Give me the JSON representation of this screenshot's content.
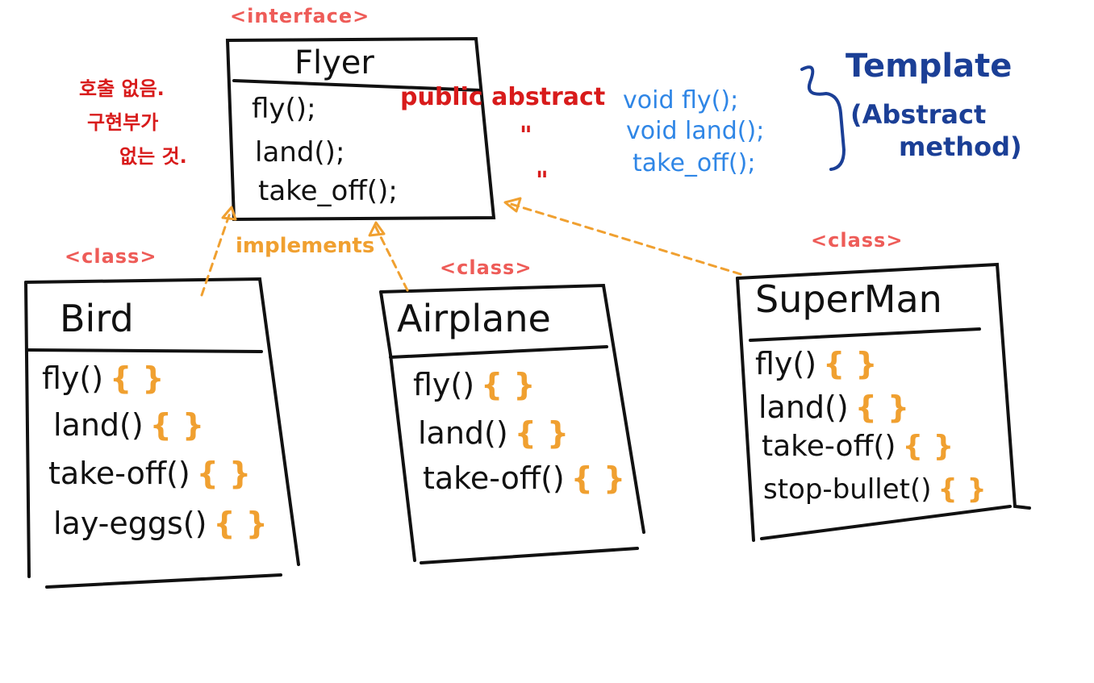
{
  "interface": {
    "stereotype": "<interface>",
    "name": "Flyer",
    "methods": [
      "fly();",
      "land();",
      "take_off();"
    ]
  },
  "classes": [
    {
      "stereotype": "<class>",
      "name": "Bird",
      "methods": [
        {
          "name": "fly()",
          "brace": "{ }"
        },
        {
          "name": "land()",
          "brace": "{ }"
        },
        {
          "name": "take-off()",
          "brace": "{ }"
        },
        {
          "name": "lay-eggs()",
          "brace": "{ }"
        }
      ]
    },
    {
      "stereotype": "<class>",
      "name": "Airplane",
      "methods": [
        {
          "name": "fly()",
          "brace": "{ }"
        },
        {
          "name": "land()",
          "brace": "{ }"
        },
        {
          "name": "take-off()",
          "brace": "{ }"
        }
      ]
    },
    {
      "stereotype": "<class>",
      "name": "SuperMan",
      "methods": [
        {
          "name": "fly()",
          "brace": "{ }"
        },
        {
          "name": "land()",
          "brace": "{ }"
        },
        {
          "name": "take-off()",
          "brace": "{ }"
        },
        {
          "name": "stop-bullet()",
          "brace": "{ }"
        }
      ]
    }
  ],
  "relation_label": "implements",
  "notes": {
    "korean": [
      "호출 없음.",
      "구현부가",
      "없는 것."
    ],
    "modifier": "public abstract",
    "ditto": [
      "\"",
      "\""
    ],
    "signatures": [
      "void fly();",
      "void land();",
      "take_off();"
    ],
    "template_title": "Template",
    "template_sub": [
      "(Abstract",
      "method)"
    ]
  },
  "colors": {
    "ink": "#111111",
    "stereotype": "#ee5c58",
    "implements_arrow": "#f0a030",
    "brace": "#f0a030",
    "note_red": "#d81b1b",
    "note_blue": "#2f86e6",
    "note_dark_blue": "#1b3f96"
  }
}
